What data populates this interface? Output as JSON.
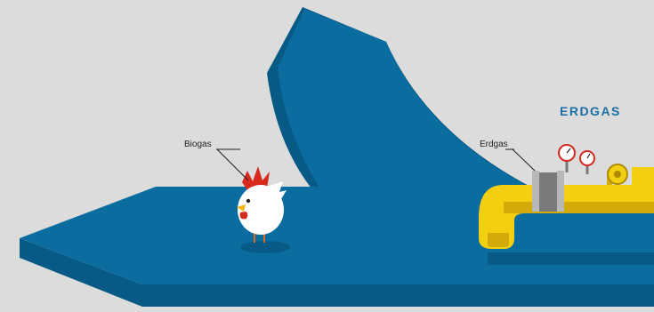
{
  "diagram": {
    "title": "ERDGAS",
    "labels": {
      "biogas": "Biogas",
      "erdgas": "Erdgas"
    }
  },
  "colors": {
    "background": "#dcdcdc",
    "platform_top": "#0b6c9f",
    "platform_side": "#075a85",
    "pipe_yellow": "#f3cf12",
    "pipe_shadow": "#d3ab08",
    "title": "#1a6ea3"
  },
  "icons": [
    "chicken-icon",
    "pressure-gauge-icon",
    "valve-wheel-icon"
  ]
}
